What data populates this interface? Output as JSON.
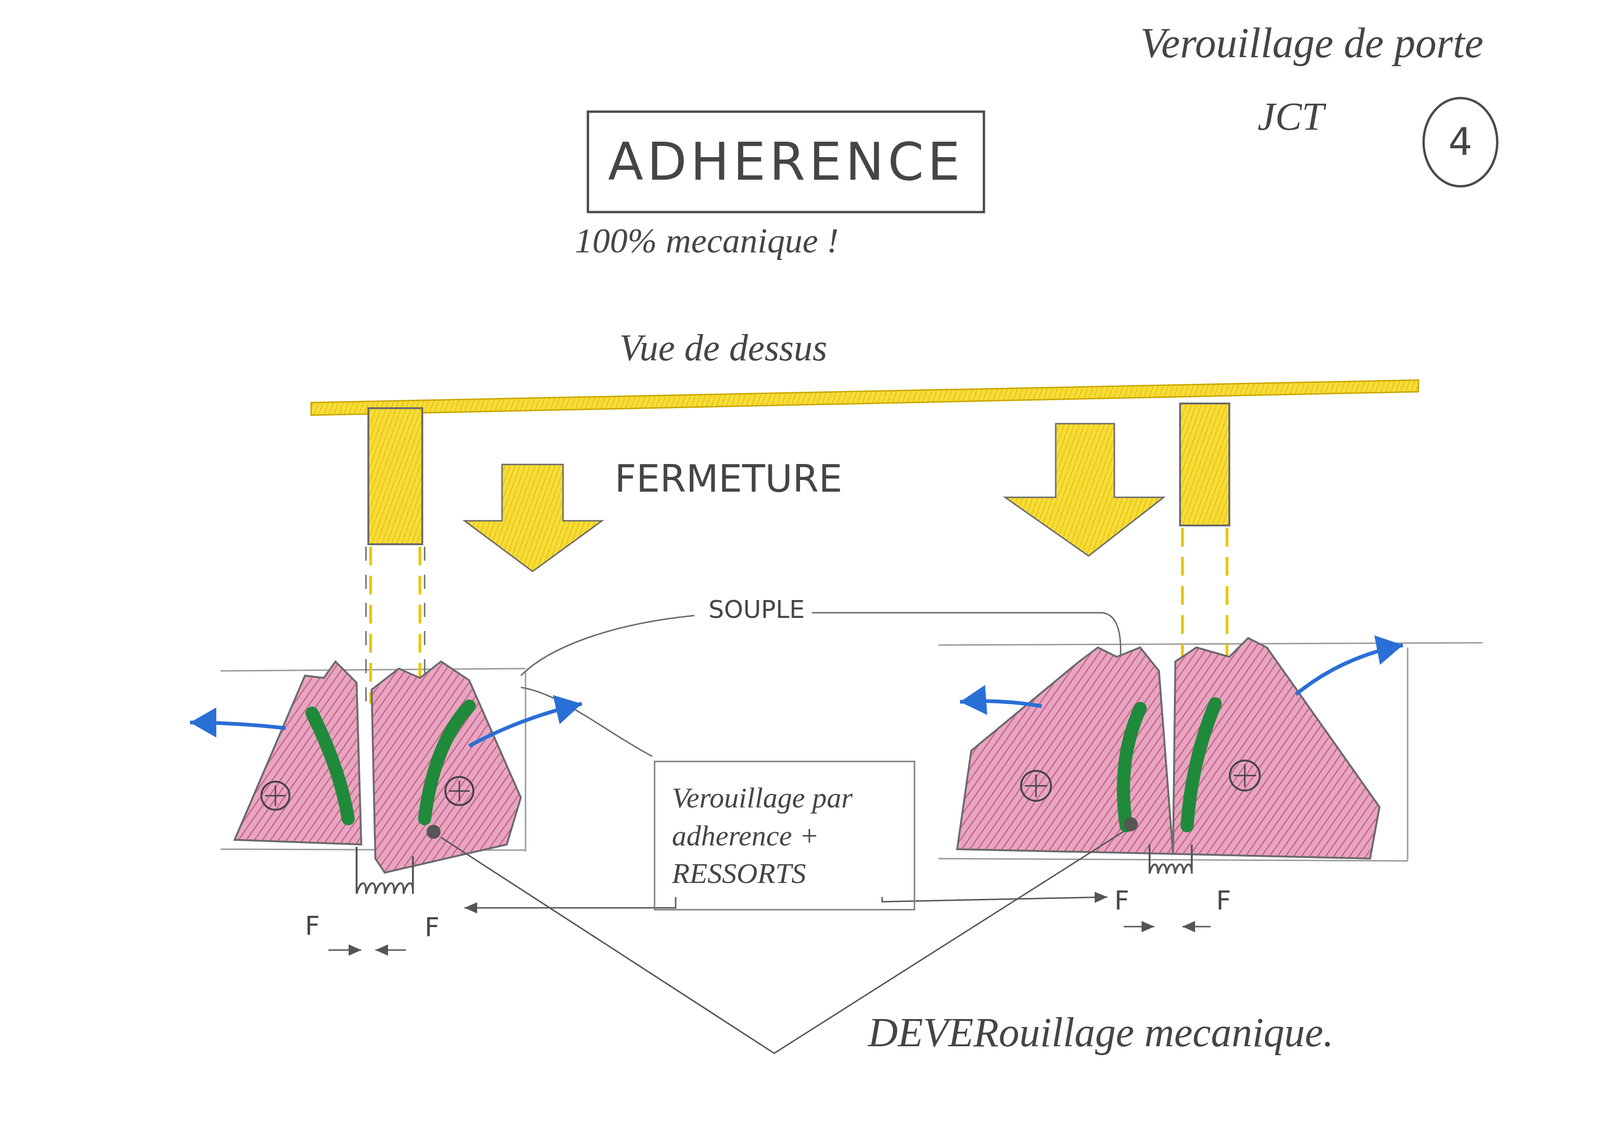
{
  "diagram": {
    "title": "Verouillage de porte",
    "nodes": [
      {
        "text": [
          "ADHERENCE"
        ]
      },
      {
        "text": [
          "4"
        ]
      },
      {
        "text": [
          "Verouillage par adherence + RESSORTS"
        ]
      }
    ],
    "labels": [
      "JCT",
      "100% mecanique !",
      "Vue de dessus",
      "FERMETURE",
      "SOUPLE",
      "F",
      "F",
      "F",
      "F",
      "DEVERouillage mecanique."
    ]
  }
}
